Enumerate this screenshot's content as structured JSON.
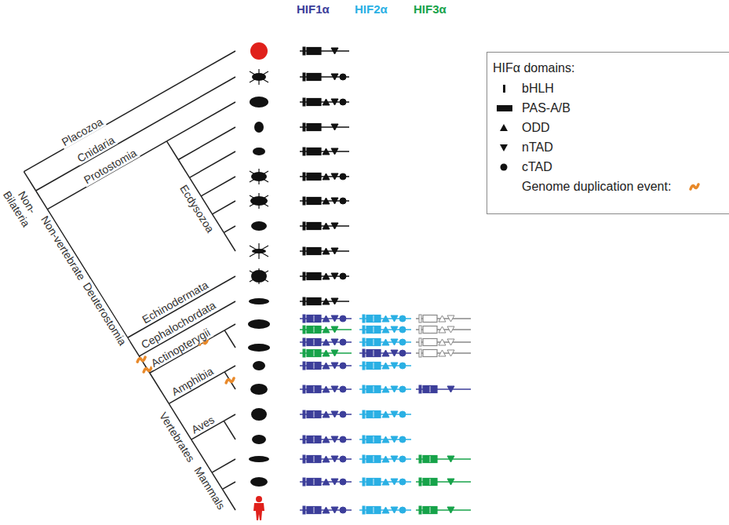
{
  "diagram": {
    "labels": [
      "HIF1α",
      "HIF2α",
      "HIF3α",
      "HIFα domains:",
      "Placozoa",
      "Cnidaria",
      "Protostomia",
      "Ecdysozoa",
      "Non-Bilateria",
      "Non-vertebrate",
      "Deuterostomia",
      "Echinodermata",
      "Cephalochordata",
      "Actinopterygii",
      "Amphibia",
      "Aves",
      "Mammals",
      "Vertebrates"
    ],
    "legend": [
      {
        "text": "bHLH"
      },
      {
        "text": "PAS-A/B"
      },
      {
        "text": "ODD"
      },
      {
        "text": "nTAD"
      },
      {
        "text": "cTAD"
      },
      {
        "text": "Genome duplication event:"
      }
    ]
  }
}
